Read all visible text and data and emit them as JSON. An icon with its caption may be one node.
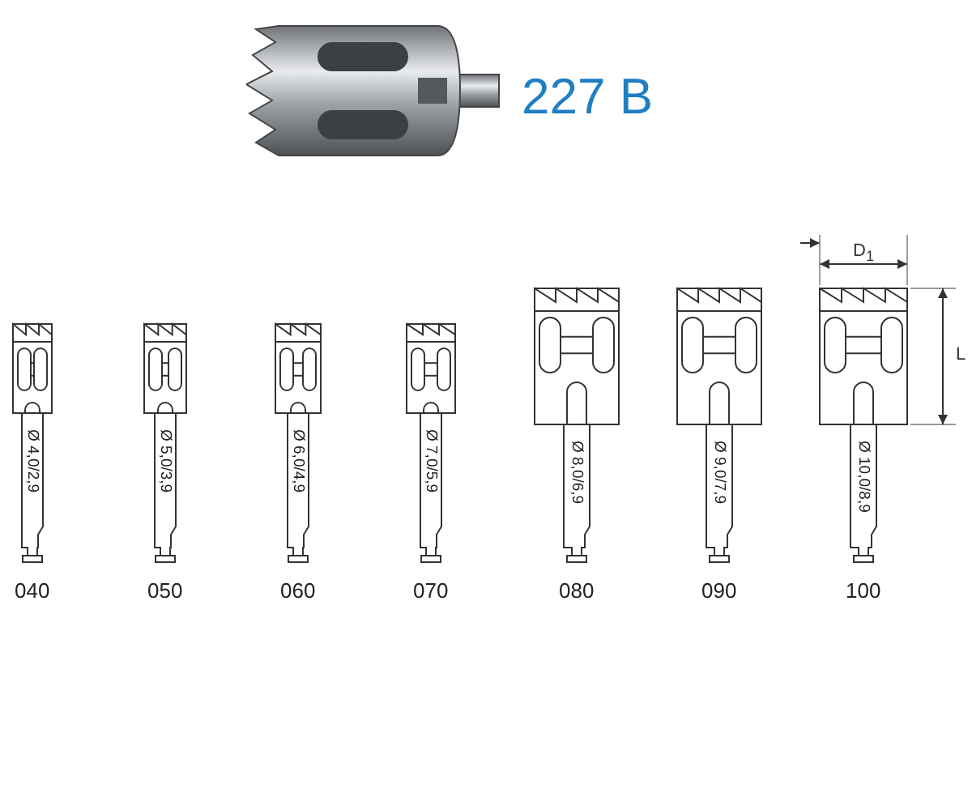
{
  "diagram": {
    "title": "227 B",
    "labels": [
      "D$_{1}$",
      "L",
      "Ø 4,0/2,9",
      "Ø 5,0/3,9",
      "Ø 6,0/4,9",
      "Ø 7,0/5,9",
      "Ø 8,0/6,9",
      "Ø 9,0/7,9",
      "Ø 10,0/8,9",
      "040",
      "050",
      "060",
      "070",
      "080",
      "090",
      "100"
    ]
  }
}
